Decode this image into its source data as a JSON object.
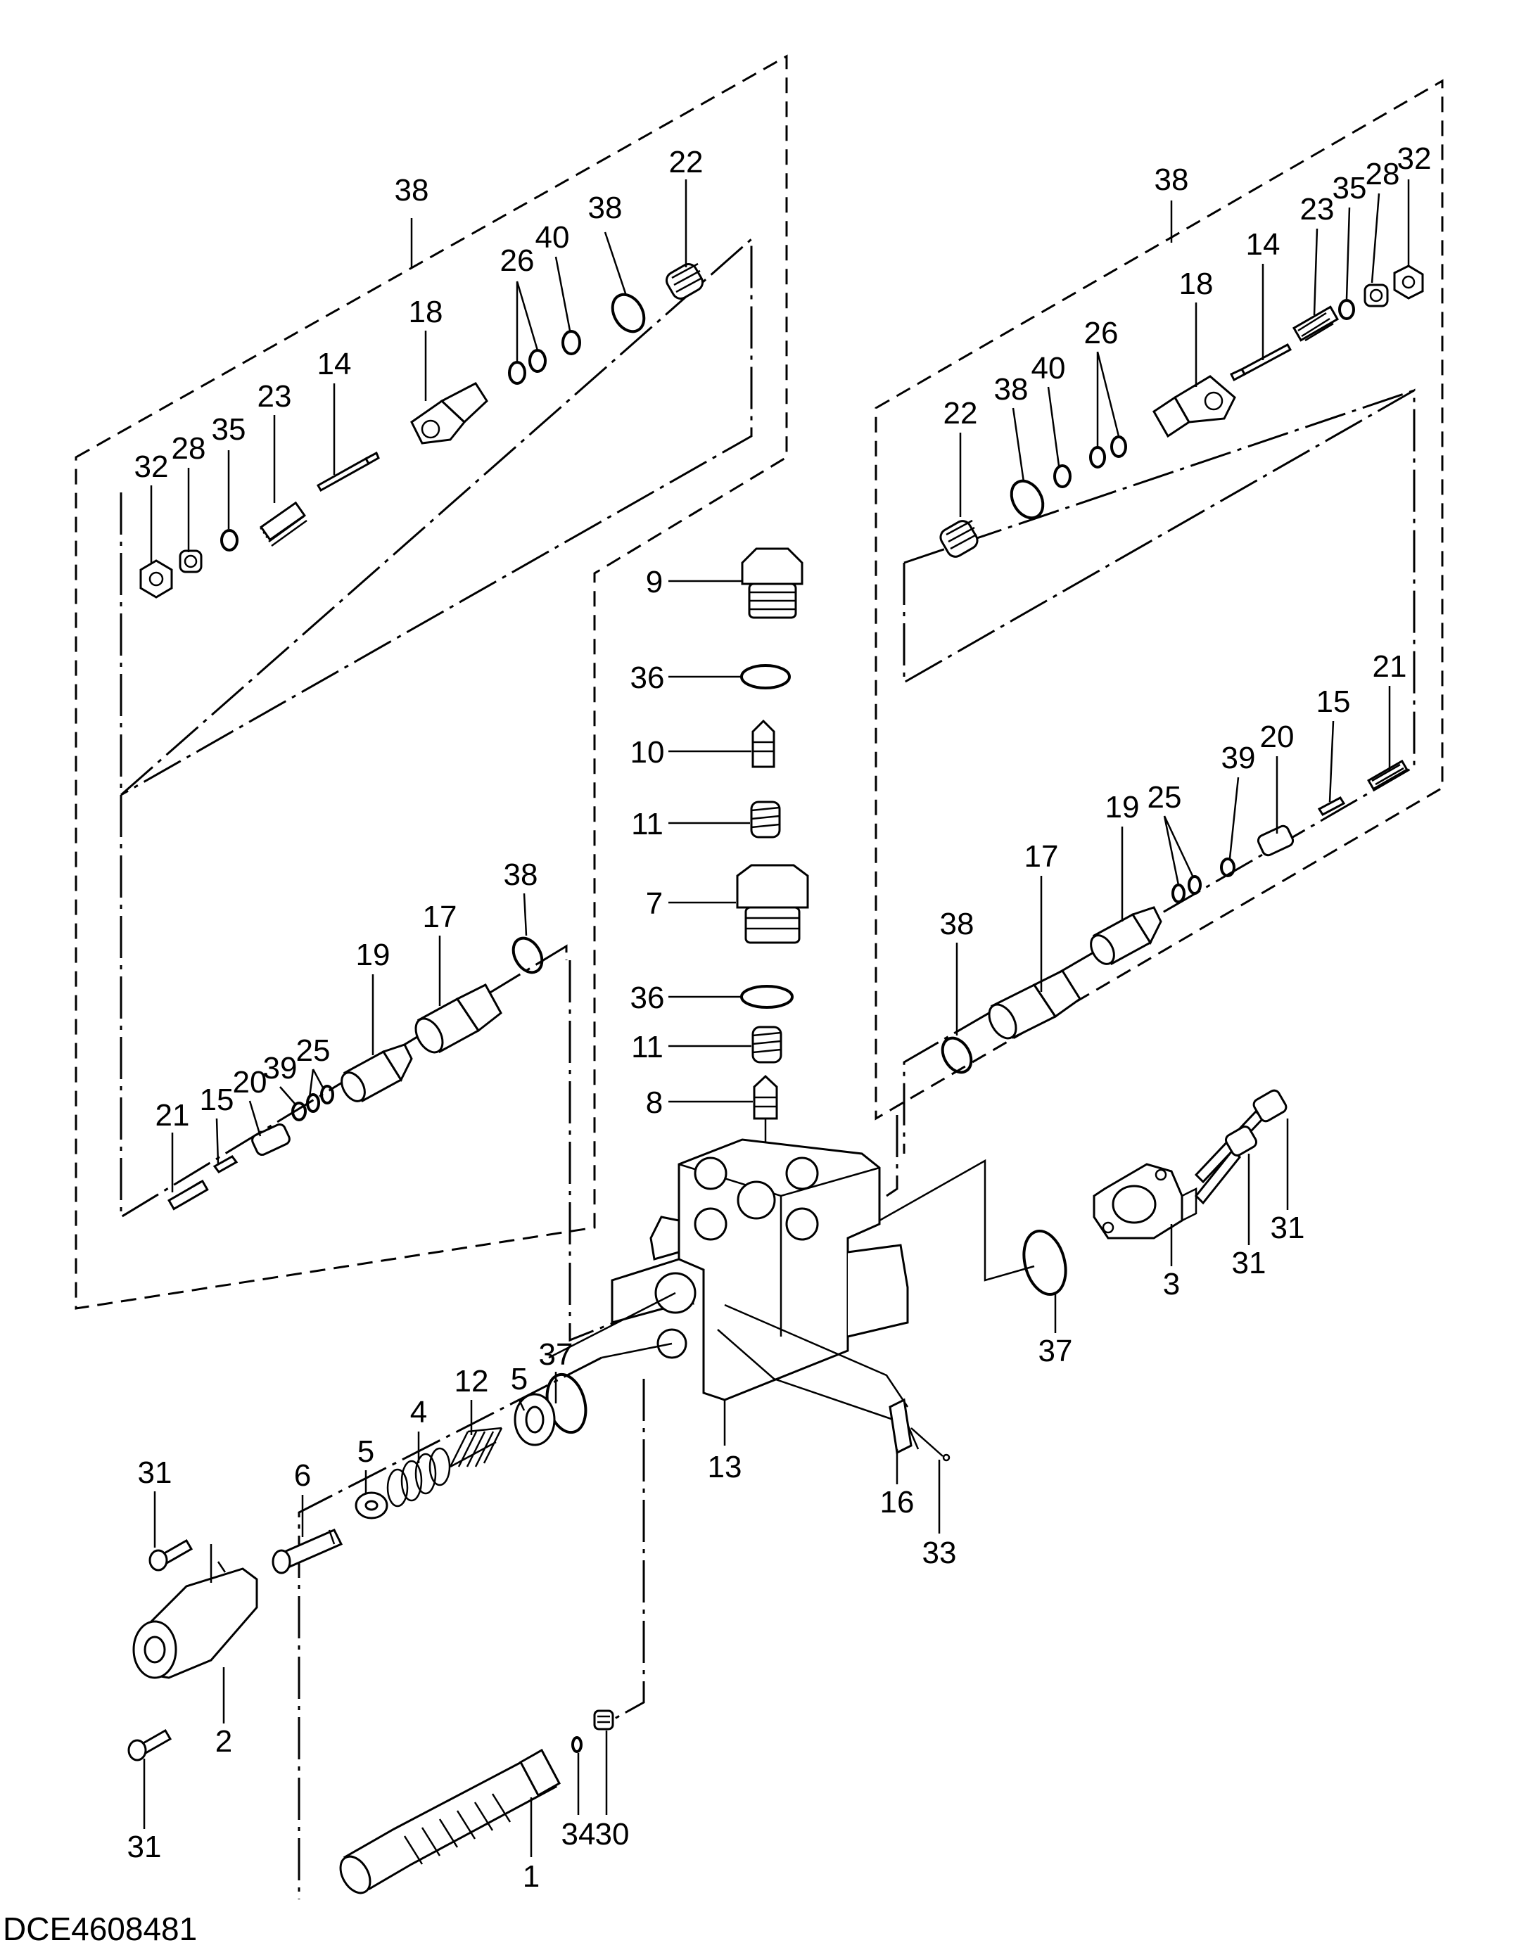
{
  "drawing": {
    "code": "DCE4608481",
    "callouts": [
      {
        "id": "c-38a",
        "text": "38"
      },
      {
        "id": "c-22a",
        "text": "22"
      },
      {
        "id": "c-38b",
        "text": "38"
      },
      {
        "id": "c-40a",
        "text": "40"
      },
      {
        "id": "c-26a",
        "text": "26"
      },
      {
        "id": "c-18a",
        "text": "18"
      },
      {
        "id": "c-14a",
        "text": "14"
      },
      {
        "id": "c-23a",
        "text": "23"
      },
      {
        "id": "c-35a",
        "text": "35"
      },
      {
        "id": "c-28a",
        "text": "28"
      },
      {
        "id": "c-32a",
        "text": "32"
      },
      {
        "id": "c-38c",
        "text": "38"
      },
      {
        "id": "c-32b",
        "text": "32"
      },
      {
        "id": "c-28b",
        "text": "28"
      },
      {
        "id": "c-35b",
        "text": "35"
      },
      {
        "id": "c-23b",
        "text": "23"
      },
      {
        "id": "c-14b",
        "text": "14"
      },
      {
        "id": "c-18b",
        "text": "18"
      },
      {
        "id": "c-26b",
        "text": "26"
      },
      {
        "id": "c-40b",
        "text": "40"
      },
      {
        "id": "c-38d",
        "text": "38"
      },
      {
        "id": "c-22b",
        "text": "22"
      },
      {
        "id": "c-9",
        "text": "9"
      },
      {
        "id": "c-36a",
        "text": "36"
      },
      {
        "id": "c-10",
        "text": "10"
      },
      {
        "id": "c-11a",
        "text": "11"
      },
      {
        "id": "c-7",
        "text": "7"
      },
      {
        "id": "c-36b",
        "text": "36"
      },
      {
        "id": "c-11b",
        "text": "11"
      },
      {
        "id": "c-8",
        "text": "8"
      },
      {
        "id": "c-21a",
        "text": "21"
      },
      {
        "id": "c-15a",
        "text": "15"
      },
      {
        "id": "c-20a",
        "text": "20"
      },
      {
        "id": "c-39a",
        "text": "39"
      },
      {
        "id": "c-25a",
        "text": "25"
      },
      {
        "id": "c-19a",
        "text": "19"
      },
      {
        "id": "c-17a",
        "text": "17"
      },
      {
        "id": "c-38e",
        "text": "38"
      },
      {
        "id": "c-21b",
        "text": "21"
      },
      {
        "id": "c-15b",
        "text": "15"
      },
      {
        "id": "c-20b",
        "text": "20"
      },
      {
        "id": "c-39b",
        "text": "39"
      },
      {
        "id": "c-25b",
        "text": "25"
      },
      {
        "id": "c-19b",
        "text": "19"
      },
      {
        "id": "c-17b",
        "text": "17"
      },
      {
        "id": "c-38f",
        "text": "38"
      },
      {
        "id": "c-31a",
        "text": "31"
      },
      {
        "id": "c-31b",
        "text": "31"
      },
      {
        "id": "c-3",
        "text": "3"
      },
      {
        "id": "c-37a",
        "text": "37"
      },
      {
        "id": "c-37b",
        "text": "37"
      },
      {
        "id": "c-5a",
        "text": "5"
      },
      {
        "id": "c-12",
        "text": "12"
      },
      {
        "id": "c-4",
        "text": "4"
      },
      {
        "id": "c-5b",
        "text": "5"
      },
      {
        "id": "c-6",
        "text": "6"
      },
      {
        "id": "c-13",
        "text": "13"
      },
      {
        "id": "c-16",
        "text": "16"
      },
      {
        "id": "c-33",
        "text": "33"
      },
      {
        "id": "c-31c",
        "text": "31"
      },
      {
        "id": "c-2",
        "text": "2"
      },
      {
        "id": "c-31d",
        "text": "31"
      },
      {
        "id": "c-34",
        "text": "34"
      },
      {
        "id": "c-30",
        "text": "30"
      },
      {
        "id": "c-1",
        "text": "1"
      }
    ]
  }
}
